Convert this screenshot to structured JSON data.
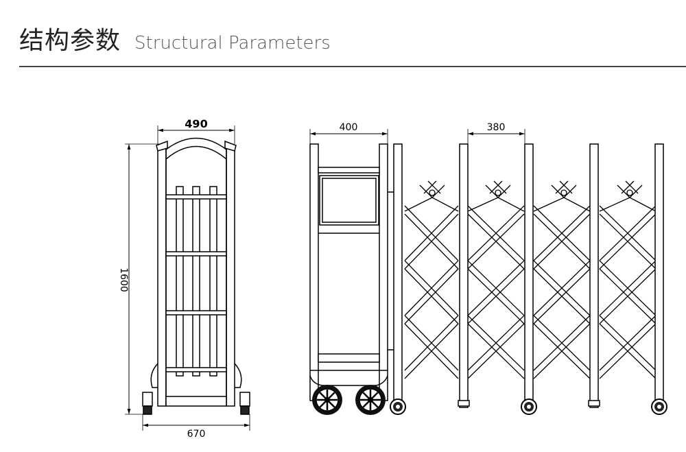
{
  "header": {
    "title_zh": "结构参数",
    "title_en": "Structural Parameters"
  },
  "dimensions": {
    "front_width": "490",
    "front_height": "1600",
    "base_width": "670",
    "head_width": "400",
    "panel_spacing": "380"
  },
  "colors": {
    "line": "#000000",
    "rule": "#444444"
  }
}
